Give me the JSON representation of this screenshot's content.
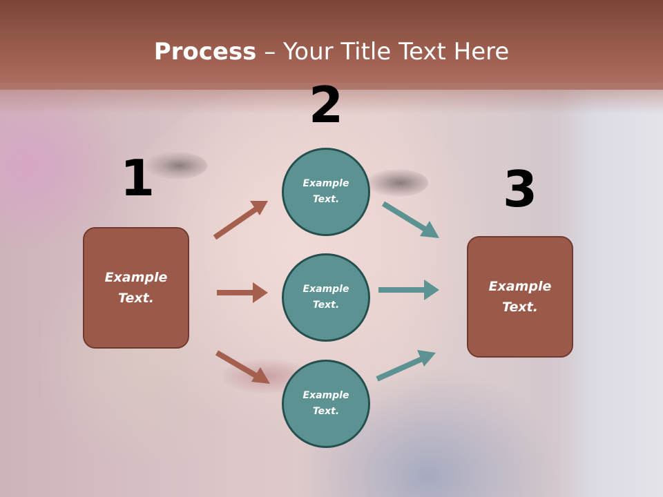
{
  "title": {
    "bold": "Process",
    "rest": " – Your Title Text Here"
  },
  "steps": {
    "one": "1",
    "two": "2",
    "three": "3"
  },
  "left_box": {
    "label": "Example Text."
  },
  "circles": [
    {
      "label": "Example Text."
    },
    {
      "label": "Example Text."
    },
    {
      "label": "Example Text."
    }
  ],
  "right_box": {
    "label": "Example Text."
  },
  "colors": {
    "header": "#95594a",
    "box_fill": "#9b5a49",
    "circle_fill": "#5c9292",
    "arrow_left": "#a45f4e",
    "arrow_right": "#5c9292"
  }
}
